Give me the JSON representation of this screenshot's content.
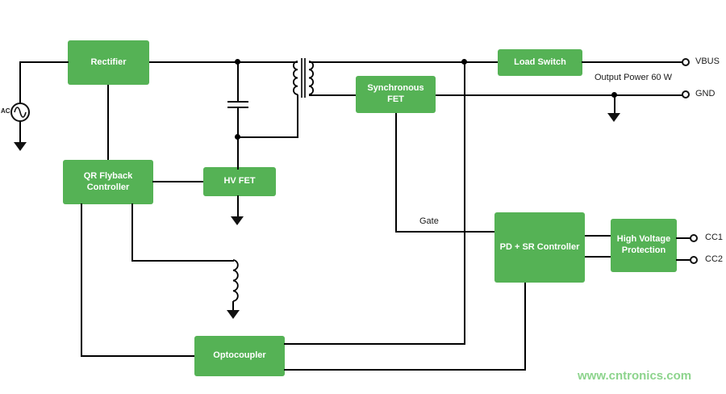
{
  "diagram": {
    "type": "circuit-block-diagram"
  },
  "blocks": [
    {
      "id": "rectifier",
      "label": "Rectifier"
    },
    {
      "id": "qr-flyback-controller",
      "label": "QR Flyback Controller"
    },
    {
      "id": "hv-fet",
      "label": "HV FET"
    },
    {
      "id": "synchronous-fet",
      "label": "Synchronous FET"
    },
    {
      "id": "load-switch",
      "label": "Load Switch"
    },
    {
      "id": "pd-sr-controller",
      "label": "PD + SR Controller"
    },
    {
      "id": "high-voltage-protection",
      "label": "High Voltage Protection"
    },
    {
      "id": "optocoupler",
      "label": "Optocoupler"
    }
  ],
  "terminals": [
    {
      "id": "vbus",
      "label": "VBUS"
    },
    {
      "id": "gnd",
      "label": "GND"
    },
    {
      "id": "cc1",
      "label": "CC1"
    },
    {
      "id": "cc2",
      "label": "CC2"
    }
  ],
  "annotations": {
    "ac_source": "AC",
    "gate": "Gate",
    "output_power": "Output Power 60 W",
    "watermark": "www.cntronics.com"
  },
  "colors": {
    "block_fill": "#55B255",
    "block_text": "#FFFFFF",
    "wire": "#000000",
    "watermark": "#8DD48D"
  }
}
